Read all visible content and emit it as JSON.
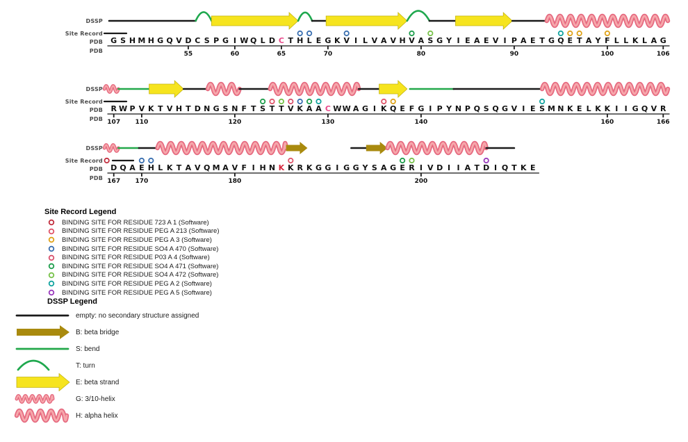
{
  "figure": {
    "track_labels": {
      "dssp": "DSSP",
      "site": "Site Record",
      "pdb_seq": "PDB",
      "pdb_num": "PDB"
    }
  },
  "colors": {
    "line": "#1a1a1a",
    "bend": "#23a84a",
    "turn": "#1fa84e",
    "strand_fill": "#f6e41e",
    "strand_stroke": "#c2b312",
    "bridge_fill": "#a98a0e",
    "helix_outer": "#e66a80",
    "helix_inner": "#f6a7ab",
    "sequence_text": "#111111"
  },
  "rows": [
    {
      "sequence": "GSHMHGQVDCSPGIWQLDCTHLEGKVILVAVHVASGYIEAEVIPAETGQETAYFLLKLAG",
      "start_number": 47,
      "highlights": [
        {
          "index": 18,
          "color": "#e8488a"
        }
      ],
      "ticks": [
        {
          "label": "55",
          "index": 8
        },
        {
          "label": "60",
          "index": 13
        },
        {
          "label": "65",
          "index": 18
        },
        {
          "label": "70",
          "index": 23
        },
        {
          "label": "80",
          "index": 33
        },
        {
          "label": "90",
          "index": 43
        },
        {
          "label": "100",
          "index": 53
        },
        {
          "label": "106",
          "index": 59
        }
      ],
      "dssp": [
        {
          "type": "line",
          "from": 0,
          "to": 9.3
        },
        {
          "type": "turn",
          "from": 9.3,
          "to": 11
        },
        {
          "type": "strand",
          "from": 11,
          "to": 20.3
        },
        {
          "type": "turn",
          "from": 20.3,
          "to": 21.8
        },
        {
          "type": "line",
          "from": 21.8,
          "to": 23.3
        },
        {
          "type": "strand",
          "from": 23.3,
          "to": 32
        },
        {
          "type": "turn",
          "from": 32,
          "to": 34.4
        },
        {
          "type": "line",
          "from": 34.4,
          "to": 37.2
        },
        {
          "type": "strand",
          "from": 37.2,
          "to": 43.3
        },
        {
          "type": "line",
          "from": 43.3,
          "to": 47
        },
        {
          "type": "helix",
          "from": 47,
          "to": 60
        }
      ],
      "sites": [
        {
          "index": 20,
          "color": "#3a6fb0"
        },
        {
          "index": 21,
          "color": "#3a6fb0"
        },
        {
          "index": 25,
          "color": "#3a6fb0"
        },
        {
          "index": 32,
          "color": "#1f9e4d"
        },
        {
          "index": 34,
          "color": "#78c24a"
        },
        {
          "index": 48,
          "color": "#14a4a0"
        },
        {
          "index": 49,
          "color": "#dfa31b"
        },
        {
          "index": 50,
          "color": "#dfa31b"
        },
        {
          "index": 53,
          "color": "#dfa31b"
        }
      ]
    },
    {
      "sequence": "RWPVKTVHTDNGSNFTSTTVKAACWWAGIKQEFGIPYNPQSQGVIESMNKELKKIIGQVR",
      "start_number": 107,
      "highlights": [
        {
          "index": 23,
          "color": "#e8488a"
        }
      ],
      "ticks": [
        {
          "label": "107",
          "index": 0
        },
        {
          "label": "110",
          "index": 3
        },
        {
          "label": "120",
          "index": 13
        },
        {
          "label": "130",
          "index": 23
        },
        {
          "label": "140",
          "index": 33
        },
        {
          "label": "160",
          "index": 53
        },
        {
          "label": "166",
          "index": 59
        }
      ],
      "dssp": [
        {
          "type": "ghelix",
          "from": -0.5,
          "to": 1
        },
        {
          "type": "bend",
          "from": 1,
          "to": 4.3
        },
        {
          "type": "strand",
          "from": 4.3,
          "to": 8
        },
        {
          "type": "line",
          "from": 8,
          "to": 10.6
        },
        {
          "type": "helix",
          "from": 10.6,
          "to": 14
        },
        {
          "type": "line",
          "from": 14,
          "to": 17.3
        },
        {
          "type": "helix",
          "from": 17.3,
          "to": 26.8
        },
        {
          "type": "line",
          "from": 26.8,
          "to": 29
        },
        {
          "type": "strand",
          "from": 29,
          "to": 32
        },
        {
          "type": "bend",
          "from": 32.3,
          "to": 37
        },
        {
          "type": "line",
          "from": 37,
          "to": 46.5
        },
        {
          "type": "helix",
          "from": 46.5,
          "to": 60
        }
      ],
      "sites": [
        {
          "index": 16,
          "color": "#1f9e4d"
        },
        {
          "index": 17,
          "color": "#e0566b"
        },
        {
          "index": 18,
          "color": "#78c24a"
        },
        {
          "index": 19,
          "color": "#d9536e"
        },
        {
          "index": 20,
          "color": "#3a6fb0"
        },
        {
          "index": 21,
          "color": "#1f9e4d"
        },
        {
          "index": 22,
          "color": "#14a4a0"
        },
        {
          "index": 29,
          "color": "#e0566b"
        },
        {
          "index": 30,
          "color": "#dfa31b"
        },
        {
          "index": 46,
          "color": "#14a4a0"
        }
      ]
    },
    {
      "sequence": "DQAEHLKTAVQMAVFIHNKKRKGGIGGYSAGERIVDIIATDIQTKE",
      "start_number": 167,
      "highlights": [
        {
          "index": 18,
          "color": "#d7263d"
        }
      ],
      "ticks": [
        {
          "label": "167",
          "index": 0
        },
        {
          "label": "170",
          "index": 3
        },
        {
          "label": "180",
          "index": 13
        },
        {
          "label": "200",
          "index": 33
        }
      ],
      "dssp": [
        {
          "type": "ghelix",
          "from": -0.5,
          "to": 1
        },
        {
          "type": "bend",
          "from": 1,
          "to": 3.2
        },
        {
          "type": "line",
          "from": 3.2,
          "to": 5.2
        },
        {
          "type": "helix",
          "from": 5.2,
          "to": 19
        },
        {
          "type": "bridge",
          "from": 19,
          "to": 21.3
        },
        {
          "type": "gap",
          "from": 21.3,
          "to": 26
        },
        {
          "type": "line",
          "from": 26,
          "to": 27.6
        },
        {
          "type": "bridge",
          "from": 27.6,
          "to": 29.9
        },
        {
          "type": "helix",
          "from": 29.9,
          "to": 40.5
        },
        {
          "type": "line",
          "from": 40.5,
          "to": 43.5
        }
      ],
      "sites": [
        {
          "index": -0.75,
          "color": "#c22f3f"
        },
        {
          "index": 3,
          "color": "#3a6fb0"
        },
        {
          "index": 4,
          "color": "#3a6fb0"
        },
        {
          "index": 19,
          "color": "#e0566b"
        },
        {
          "index": 31,
          "color": "#1f9e4d"
        },
        {
          "index": 32,
          "color": "#78c24a"
        },
        {
          "index": 40,
          "color": "#9a3bbd"
        }
      ]
    }
  ],
  "site_legend": {
    "title": "Site Record Legend",
    "items": [
      {
        "color": "#c22f3f",
        "label": "BINDING SITE FOR RESIDUE 723 A 1 (Software)"
      },
      {
        "color": "#e0566b",
        "label": "BINDING SITE FOR RESIDUE PEG A 213 (Software)"
      },
      {
        "color": "#dfa31b",
        "label": "BINDING SITE FOR RESIDUE PEG A 3 (Software)"
      },
      {
        "color": "#3a6fb0",
        "label": "BINDING SITE FOR RESIDUE SO4 A 470 (Software)"
      },
      {
        "color": "#d9536e",
        "label": "BINDING SITE FOR RESIDUE P03 A 4 (Software)"
      },
      {
        "color": "#1f9e4d",
        "label": "BINDING SITE FOR RESIDUE SO4 A 471 (Software)"
      },
      {
        "color": "#78c24a",
        "label": "BINDING SITE FOR RESIDUE SO4 A 472 (Software)"
      },
      {
        "color": "#14a4a0",
        "label": "BINDING SITE FOR RESIDUE PEG A 2 (Software)"
      },
      {
        "color": "#9a3bbd",
        "label": "BINDING SITE FOR RESIDUE PEG A 5 (Software)"
      }
    ]
  },
  "dssp_legend": {
    "title": "DSSP Legend",
    "items": [
      {
        "symbol": "line",
        "label": "empty: no secondary structure assigned"
      },
      {
        "symbol": "bridge",
        "label": "B: beta bridge"
      },
      {
        "symbol": "bend",
        "label": "S: bend"
      },
      {
        "symbol": "turn",
        "label": "T: turn"
      },
      {
        "symbol": "strand",
        "label": "E: beta strand"
      },
      {
        "symbol": "ghelix",
        "label": "G: 3/10-helix"
      },
      {
        "symbol": "helix",
        "label": "H: alpha helix"
      }
    ]
  }
}
